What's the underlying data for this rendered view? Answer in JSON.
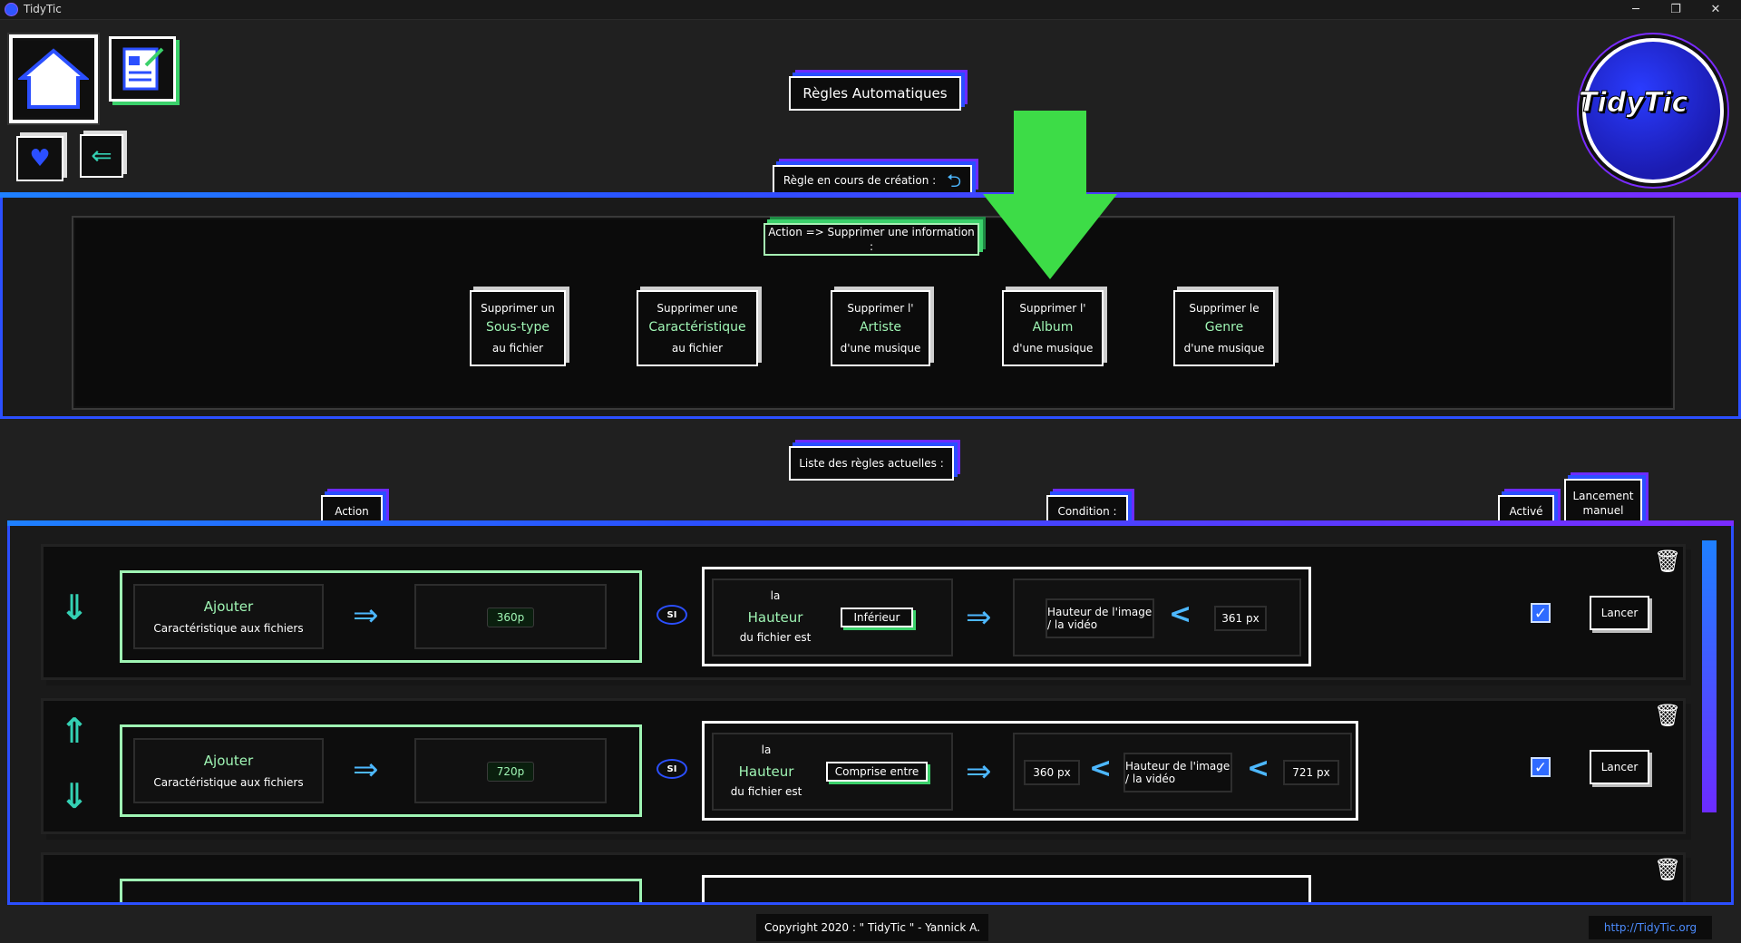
{
  "window": {
    "title": "TidyTic",
    "minimize": "─",
    "restore": "❐",
    "close": "✕"
  },
  "page": {
    "title": "Règles Automatiques"
  },
  "creation": {
    "label": "Règle en cours de création :",
    "action_label": "Action => Supprimer une information :",
    "buttons": [
      {
        "l1": "Supprimer un",
        "l2": "Sous-type",
        "l3": "au fichier"
      },
      {
        "l1": "Supprimer une",
        "l2": "Caractéristique",
        "l3": "au fichier"
      },
      {
        "l1": "Supprimer l'",
        "l2": "Artiste",
        "l3": "d'une musique"
      },
      {
        "l1": "Supprimer l'",
        "l2": "Album",
        "l3": "d'une musique"
      },
      {
        "l1": "Supprimer le",
        "l2": "Genre",
        "l3": "d'une musique"
      }
    ]
  },
  "rules_list": {
    "label": "Liste des règles actuelles :",
    "headers": {
      "action": "Action",
      "condition": "Condition :",
      "active": "Activé",
      "manual": "Lancement manuel"
    },
    "si": "SI",
    "rows": [
      {
        "action_title": "Ajouter",
        "action_sub": "Caractéristique aux fichiers",
        "value": "360p",
        "cond_la": "la",
        "cond_field": "Hauteur",
        "cond_suffix": "du fichier est",
        "operator": "Inférieur",
        "min": "",
        "target": "Hauteur de l'image / la vidéo",
        "max": "361 px",
        "launch": "Lancer"
      },
      {
        "action_title": "Ajouter",
        "action_sub": "Caractéristique aux fichiers",
        "value": "720p",
        "cond_la": "la",
        "cond_field": "Hauteur",
        "cond_suffix": "du fichier est",
        "operator": "Comprise entre",
        "min": "360 px",
        "target": "Hauteur de l'image / la vidéo",
        "max": "721 px",
        "launch": "Lancer"
      }
    ]
  },
  "footer": {
    "copyright": "Copyright 2020 : \" TidyTic \" - Yannick A.",
    "link": "http://TidyTic.org"
  },
  "logo": {
    "text": "TidyTic"
  },
  "colors": {
    "accent_blue": "#2b4fff",
    "accent_purple": "#7a2bff",
    "accent_green": "#3bd16b",
    "hint_arrow": "#3ddc47"
  }
}
